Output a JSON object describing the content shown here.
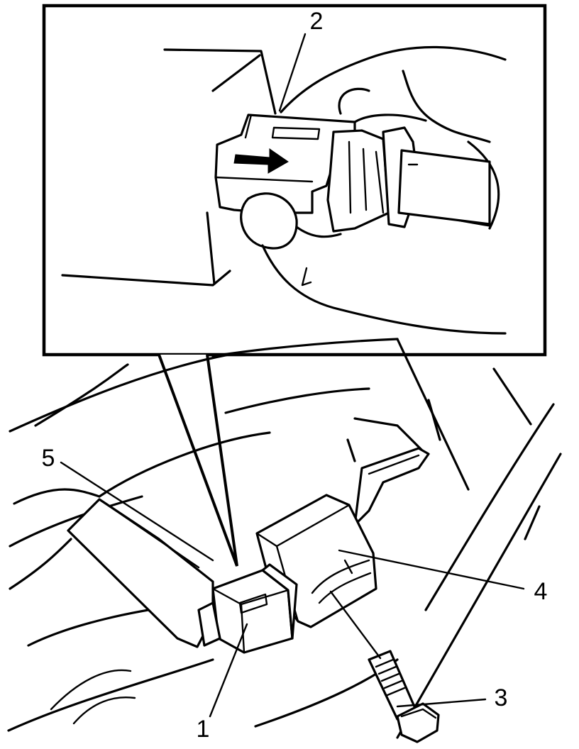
{
  "callouts": [
    {
      "id": "1",
      "label": "1"
    },
    {
      "id": "2",
      "label": "2"
    },
    {
      "id": "3",
      "label": "3"
    },
    {
      "id": "4",
      "label": "4"
    },
    {
      "id": "5",
      "label": "5"
    }
  ],
  "icons": {
    "direction_arrow": "arrow-right-icon"
  }
}
